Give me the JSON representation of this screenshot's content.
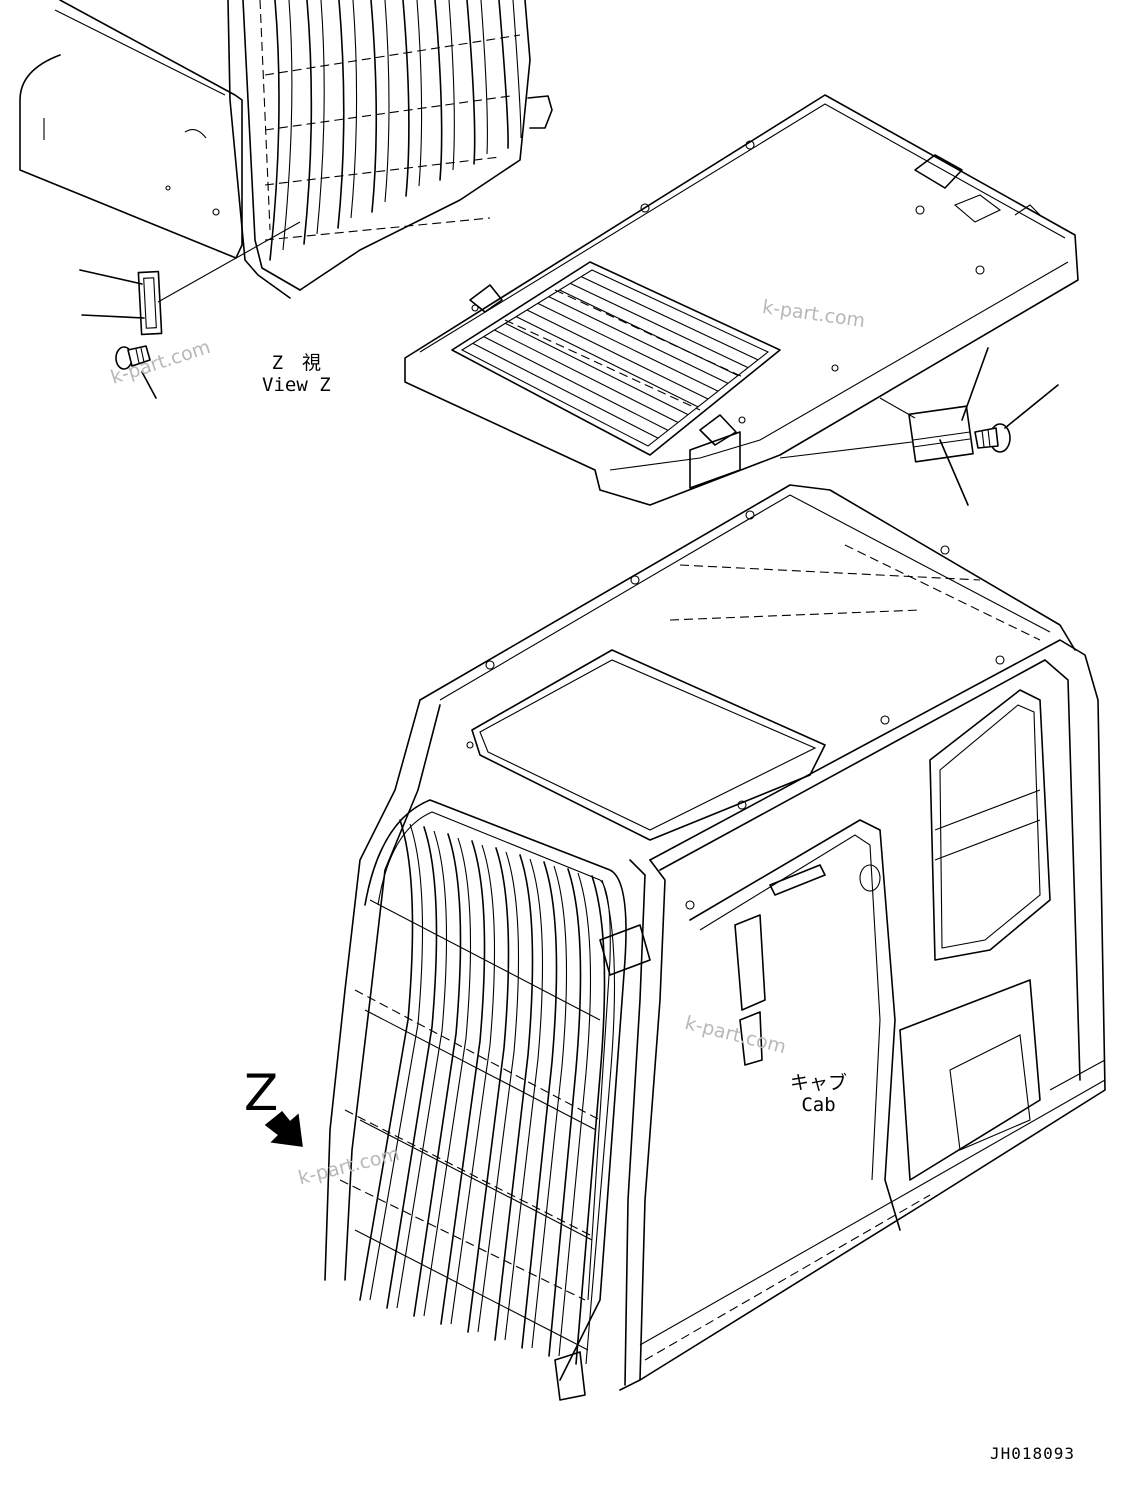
{
  "view_z": {
    "line1": "Z　視",
    "line2": "View Z"
  },
  "cab": {
    "line1": "キャブ",
    "line2": "Cab"
  },
  "z_marker": "Z",
  "drawing_number": "JH018093",
  "watermark": "k-part.com",
  "icons": {
    "view_arrow": "view-direction-arrow-icon"
  }
}
